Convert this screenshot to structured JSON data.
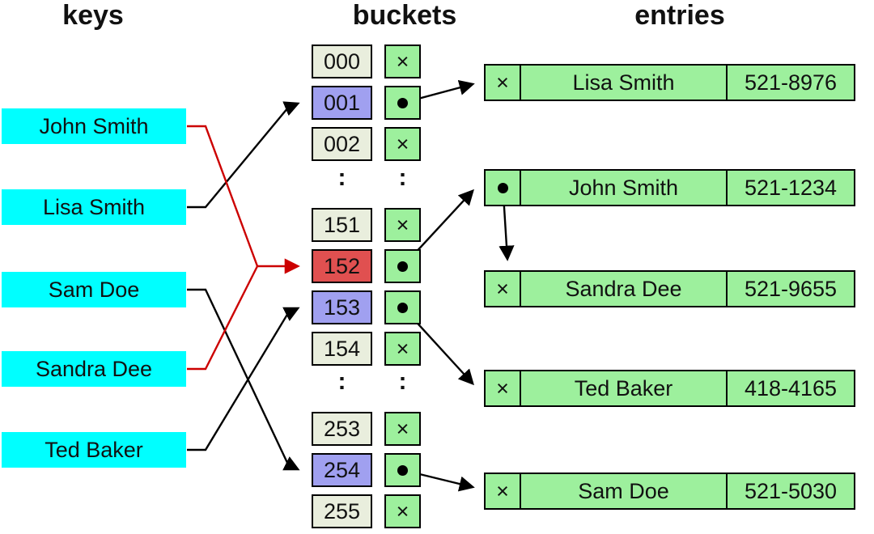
{
  "headers": {
    "keys": "keys",
    "buckets": "buckets",
    "entries": "entries"
  },
  "keys": [
    {
      "label": "John Smith"
    },
    {
      "label": "Lisa Smith"
    },
    {
      "label": "Sam Doe"
    },
    {
      "label": "Sandra Dee"
    },
    {
      "label": "Ted Baker"
    }
  ],
  "buckets": [
    {
      "index": "000",
      "pointer": "null"
    },
    {
      "index": "001",
      "pointer": "link",
      "highlight": "purple"
    },
    {
      "index": "002",
      "pointer": "null"
    },
    {
      "index": "151",
      "pointer": "null"
    },
    {
      "index": "152",
      "pointer": "link",
      "highlight": "red"
    },
    {
      "index": "153",
      "pointer": "link",
      "highlight": "purple"
    },
    {
      "index": "154",
      "pointer": "null"
    },
    {
      "index": "253",
      "pointer": "null"
    },
    {
      "index": "254",
      "pointer": "link",
      "highlight": "purple"
    },
    {
      "index": "255",
      "pointer": "null"
    }
  ],
  "entries": [
    {
      "next": "null",
      "name": "Lisa Smith",
      "phone": "521-8976"
    },
    {
      "next": "link",
      "name": "John Smith",
      "phone": "521-1234"
    },
    {
      "next": "null",
      "name": "Sandra Dee",
      "phone": "521-9655"
    },
    {
      "next": "null",
      "name": "Ted Baker",
      "phone": "418-4165"
    },
    {
      "next": "null",
      "name": "Sam Doe",
      "phone": "521-5030"
    }
  ],
  "arrows": [
    {
      "from": "Lisa Smith",
      "to": "bucket 001",
      "type": "hash"
    },
    {
      "from": "John Smith",
      "to": "bucket 152",
      "type": "collision"
    },
    {
      "from": "Sandra Dee",
      "to": "bucket 152",
      "type": "collision"
    },
    {
      "from": "Ted Baker",
      "to": "bucket 153",
      "type": "hash"
    },
    {
      "from": "Sam Doe",
      "to": "bucket 254",
      "type": "hash"
    },
    {
      "from": "bucket 001",
      "to": "entry Lisa Smith",
      "type": "pointer"
    },
    {
      "from": "bucket 152",
      "to": "entry John Smith",
      "type": "pointer"
    },
    {
      "from": "bucket 153",
      "to": "entry Ted Baker",
      "type": "pointer"
    },
    {
      "from": "bucket 254",
      "to": "entry Sam Doe",
      "type": "pointer"
    },
    {
      "from": "entry John Smith",
      "to": "entry Sandra Dee",
      "type": "chain"
    }
  ],
  "symbols": {
    "null_marker": "×",
    "separator": ":"
  },
  "colors": {
    "key_bg": "#00ffff",
    "bucket_bg": "#e9eedd",
    "bucket_highlight": "#a0a0f0",
    "bucket_collision": "#e05050",
    "entry_bg": "#9df09d",
    "arrow": "#000000",
    "collision_arrow": "#cc0000"
  }
}
